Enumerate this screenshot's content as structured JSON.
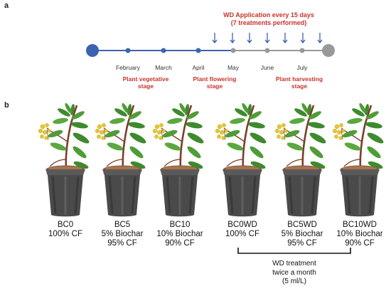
{
  "panel_a": {
    "label": "a"
  },
  "panel_b": {
    "label": "b"
  },
  "timeline": {
    "wd_title_line1": "WD Application every 15 days",
    "wd_title_line2": "(7 treatments performed)",
    "months": [
      "February",
      "March",
      "April",
      "May",
      "June",
      "July"
    ],
    "stages": [
      {
        "line1": "Plant vegetative",
        "line2": "stage"
      },
      {
        "line1": "Plant flowering",
        "line2": "stage"
      },
      {
        "line1": "Plant harvesting",
        "line2": "stage"
      }
    ],
    "colors": {
      "line_blue": "#3d63b0",
      "line_grey": "#999999",
      "arrow": "#2f55a4",
      "stage_text": "#c8332c"
    }
  },
  "plants": [
    {
      "code": "BC0",
      "line2": "100% CF",
      "line3": ""
    },
    {
      "code": "BC5",
      "line2": "5% Biochar",
      "line3": "95% CF"
    },
    {
      "code": "BC10",
      "line2": "10% Biochar",
      "line3": "90% CF"
    },
    {
      "code": "BC0WD",
      "line2": "100% CF",
      "line3": ""
    },
    {
      "code": "BC5WD",
      "line2": "5% Biochar",
      "line3": "95% CF"
    },
    {
      "code": "BC10WD",
      "line2": "10% Biochar",
      "line3": "90% CF"
    }
  ],
  "wd_treatment": {
    "line1": "WD treatment",
    "line2": "twice a month",
    "line3": "(5 ml/L)"
  }
}
